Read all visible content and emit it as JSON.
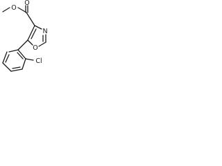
{
  "molecule": {
    "atoms": {
      "carbonyl_oxygen": "O",
      "methoxy_oxygen": "O",
      "ring_oxygen": "O",
      "ring_nitrogen": "N",
      "chlorine": "Cl"
    }
  },
  "colors": {
    "bond": "#1a1a1a",
    "background": "#ffffff"
  }
}
